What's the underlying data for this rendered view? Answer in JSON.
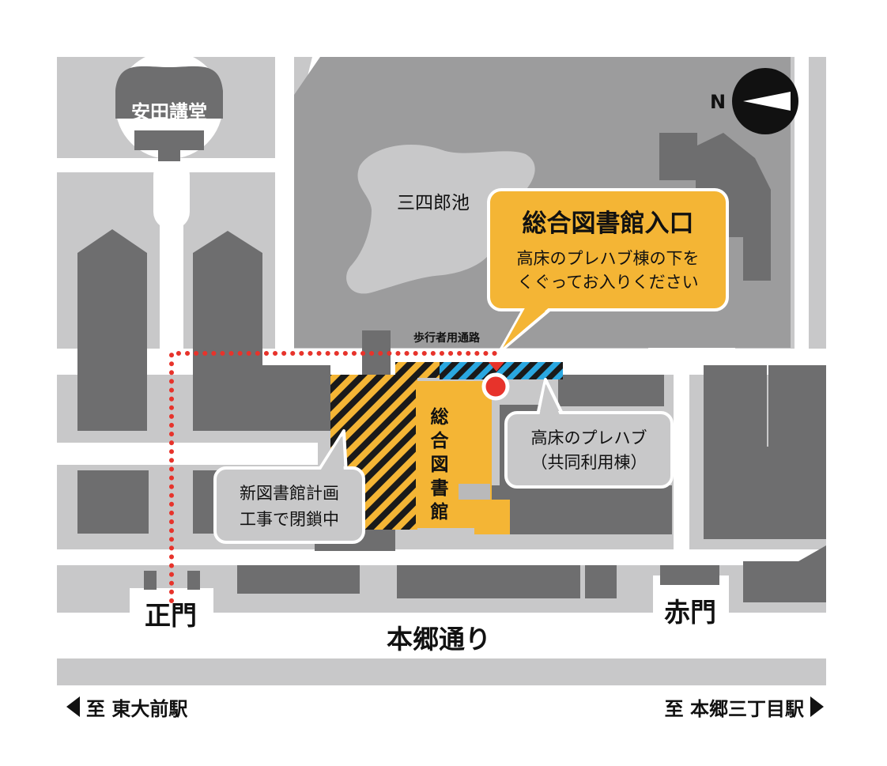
{
  "colors": {
    "background": "#c8c8c9",
    "road": "#ffffff",
    "building": "#6e6e6f",
    "building_light": "#b9b9ba",
    "library": "#f4b535",
    "accent_blue": "#2aa7e0",
    "route_dot": "#e7332b",
    "callout_orange": "#f4b535",
    "callout_gray": "#c8c8c9",
    "text": "#111111"
  },
  "icons": {
    "north_arrow": "compass-north-icon",
    "entrance_marker": "red-dot-marker-icon",
    "route": "dotted-route-line"
  },
  "labels": {
    "yasuda": "安田講堂",
    "pond": "三四郎池",
    "walkway": "歩行者用通路",
    "north": "N",
    "library_vertical": [
      "総",
      "合",
      "図",
      "書",
      "館"
    ],
    "main_gate": "正門",
    "red_gate": "赤門",
    "street": "本郷通り"
  },
  "callouts": {
    "entrance": {
      "title": "総合図書館入口",
      "line1": "高床のプレハブ棟の下を",
      "line2": "くぐってお入りください"
    },
    "prefab": {
      "line1": "高床のプレハブ",
      "line2": "（共同利用棟）"
    },
    "construction": {
      "line1": "新図書館計画",
      "line2": "工事で閉鎖中"
    }
  },
  "directions": {
    "left": "至 東大前駅",
    "right": "至 本郷三丁目駅"
  }
}
